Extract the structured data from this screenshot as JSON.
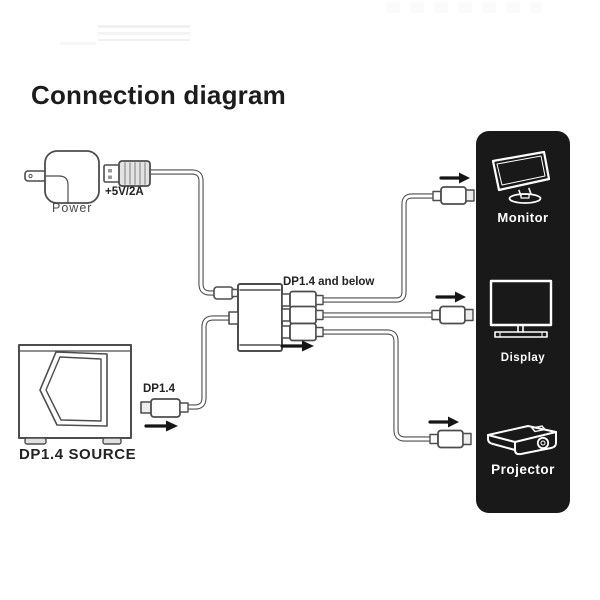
{
  "title": "Connection diagram",
  "power_adapter": {
    "label": "Power"
  },
  "usb_plug": {
    "label": "+5V/2A"
  },
  "splitter": {
    "outputs_label": "DP1.4 and below"
  },
  "source": {
    "label": "DP1.4 SOURCE",
    "plug_label": "DP1.4"
  },
  "device_panel": {
    "background": "#191919",
    "text_color": "#ffffff",
    "devices": [
      {
        "label": "Monitor",
        "icon": "monitor-icon"
      },
      {
        "label": "Display",
        "icon": "display-icon"
      },
      {
        "label": "Projector",
        "icon": "projector-icon"
      }
    ]
  },
  "diagram": {
    "background": "#ffffff",
    "line_color": "#4d4d4d",
    "arrow_color": "#151515"
  }
}
